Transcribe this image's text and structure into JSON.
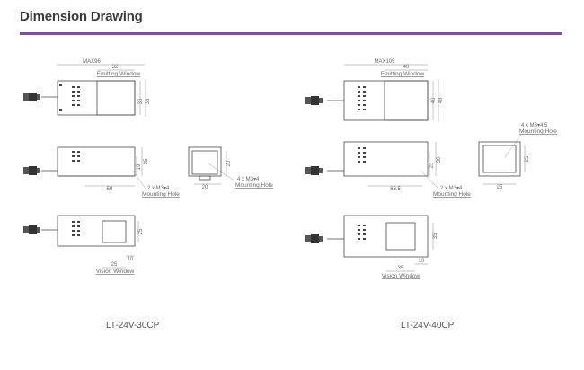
{
  "header": {
    "title": "Dimension Drawing"
  },
  "left": {
    "model": "LT-24V-30CP",
    "top_view": {
      "max_width": "MAX96",
      "window_width": "32",
      "emitting_label": "Emitting Window",
      "h1": "30",
      "h2": "38"
    },
    "side_view": {
      "length": "59",
      "h1": "19",
      "h2": "25",
      "hole_label": "2 x M3▾4",
      "hole_sub": "Mounting Hole"
    },
    "end_view": {
      "w": "20",
      "h": "20",
      "hole_label": "4 x M3▾4",
      "hole_sub": "Mounting Hole"
    },
    "bottom_view": {
      "w": "25",
      "h": "25",
      "off": "10",
      "vision_label": "Vision Window"
    }
  },
  "right": {
    "model": "LT-24V-40CP",
    "top_view": {
      "max_width": "MAX105",
      "window_width": "40",
      "emitting_label": "Emitting Window",
      "h1": "40",
      "h2": "48"
    },
    "side_view": {
      "length": "68.5",
      "h1": "23",
      "h2": "30",
      "hole_label": "2 x M3▾4",
      "hole_sub": "Mounting Hole"
    },
    "end_view": {
      "w": "25",
      "h": "25",
      "hole_label": "4 x M3▾4.5",
      "hole_sub": "Mounting Hole"
    },
    "bottom_view": {
      "w": "35",
      "h": "35",
      "off": "10",
      "vision_label": "Vision Window"
    }
  },
  "colors": {
    "accent": "#7a4f9e",
    "line": "#4a4a4a",
    "dim": "#8a8a8a"
  }
}
